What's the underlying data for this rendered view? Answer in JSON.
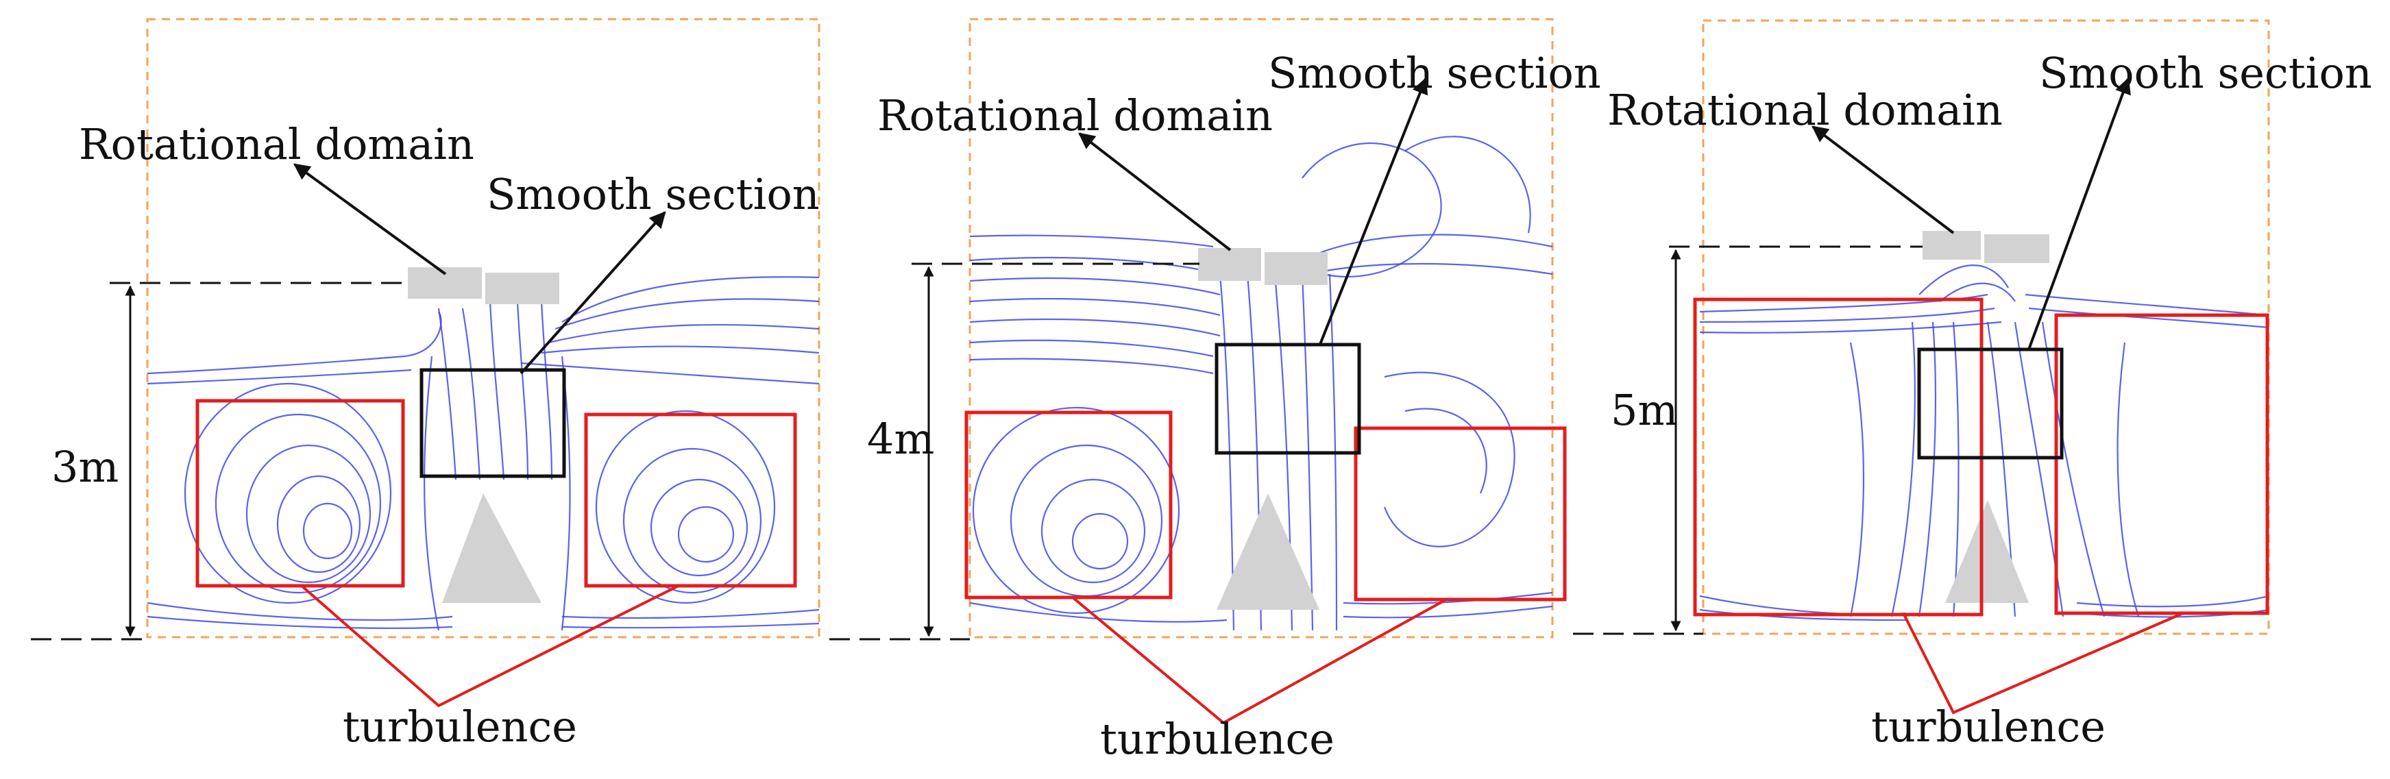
{
  "figure": {
    "panels": [
      {
        "id": "panel-3m",
        "height_label": "3m",
        "rotational_label": "Rotational domain",
        "smooth_label": "Smooth section",
        "turbulence_label": "turbulence"
      },
      {
        "id": "panel-4m",
        "height_label": "4m",
        "rotational_label": "Rotational domain",
        "smooth_label": "Smooth section",
        "turbulence_label": "turbulence"
      },
      {
        "id": "panel-5m",
        "height_label": "5m",
        "rotational_label": "Rotational domain",
        "smooth_label": "Smooth section",
        "turbulence_label": "turbulence"
      }
    ],
    "colors": {
      "streamline": "#3f46ec",
      "turbulence_box": "#e41d1d",
      "smooth_box": "#111111",
      "domain_border": "#f2a45a",
      "rotor_and_tree": "#d2d2d2"
    }
  }
}
